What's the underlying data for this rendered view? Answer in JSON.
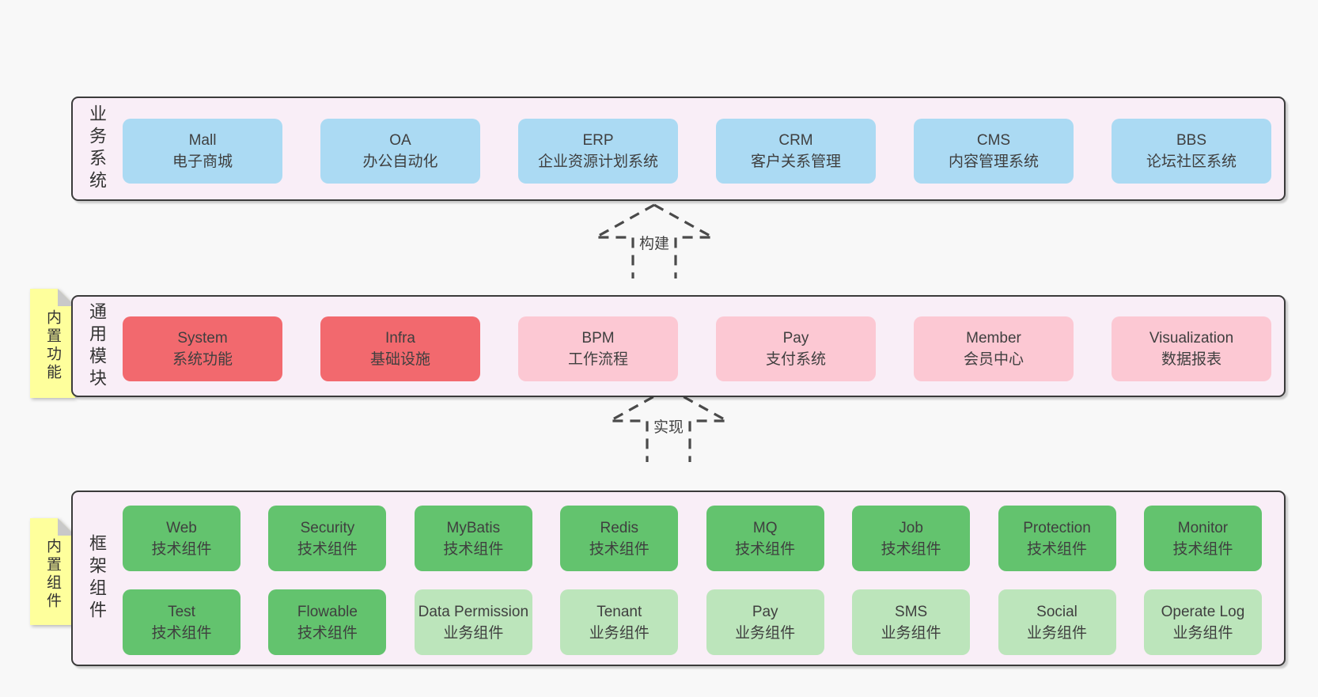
{
  "colors": {
    "page_bg": "#f8f8f8",
    "section_bg": "#f9eef7",
    "section_border": "#3b3b3b",
    "blue_box": "#abdaf3",
    "red_box": "#f2696e",
    "pink_box": "#fcc8d3",
    "green_box": "#63c36e",
    "light_green_box": "#bce5bb",
    "note_yellow": "#feff9c",
    "note_fold_gray": "#c9c9c9",
    "arrow_dash": "#4a4a4a"
  },
  "arrows": [
    {
      "label": "构建"
    },
    {
      "label": "实现"
    }
  ],
  "sections": [
    {
      "label": "业务系统",
      "rows": [
        [
          {
            "title": "Mall",
            "subtitle": "电子商城"
          },
          {
            "title": "OA",
            "subtitle": "办公自动化"
          },
          {
            "title": "ERP",
            "subtitle": "企业资源计划系统"
          },
          {
            "title": "CRM",
            "subtitle": "客户关系管理"
          },
          {
            "title": "CMS",
            "subtitle": "内容管理系统"
          },
          {
            "title": "BBS",
            "subtitle": "论坛社区系统"
          }
        ]
      ]
    },
    {
      "label": "通用模块",
      "tab": "内置功能",
      "rows": [
        [
          {
            "title": "System",
            "subtitle": "系统功能"
          },
          {
            "title": "Infra",
            "subtitle": "基础设施"
          },
          {
            "title": "BPM",
            "subtitle": "工作流程"
          },
          {
            "title": "Pay",
            "subtitle": "支付系统"
          },
          {
            "title": "Member",
            "subtitle": "会员中心"
          },
          {
            "title": "Visualization",
            "subtitle": "数据报表"
          }
        ]
      ]
    },
    {
      "label": "框架组件",
      "tab": "内置组件",
      "rows": [
        [
          {
            "title": "Web",
            "subtitle": "技术组件"
          },
          {
            "title": "Security",
            "subtitle": "技术组件"
          },
          {
            "title": "MyBatis",
            "subtitle": "技术组件"
          },
          {
            "title": "Redis",
            "subtitle": "技术组件"
          },
          {
            "title": "MQ",
            "subtitle": "技术组件"
          },
          {
            "title": "Job",
            "subtitle": "技术组件"
          },
          {
            "title": "Protection",
            "subtitle": "技术组件"
          },
          {
            "title": "Monitor",
            "subtitle": "技术组件"
          }
        ],
        [
          {
            "title": "Test",
            "subtitle": "技术组件"
          },
          {
            "title": "Flowable",
            "subtitle": "技术组件"
          },
          {
            "title": "Data Permission",
            "subtitle": "业务组件"
          },
          {
            "title": "Tenant",
            "subtitle": "业务组件"
          },
          {
            "title": "Pay",
            "subtitle": "业务组件"
          },
          {
            "title": "SMS",
            "subtitle": "业务组件"
          },
          {
            "title": "Social",
            "subtitle": "业务组件"
          },
          {
            "title": "Operate Log",
            "subtitle": "业务组件"
          }
        ]
      ]
    }
  ]
}
